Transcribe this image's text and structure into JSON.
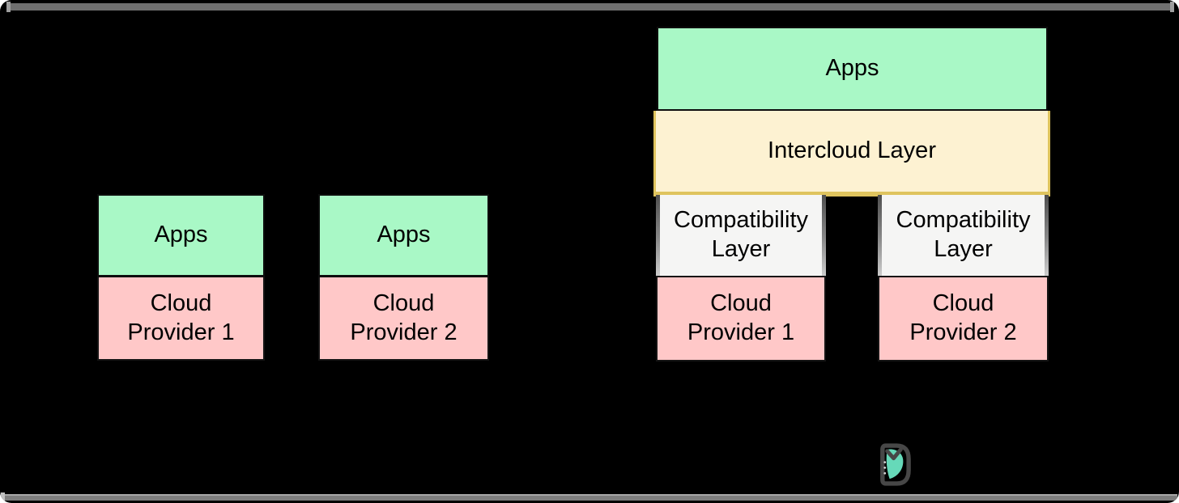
{
  "colors": {
    "canvas_bg": "#000000",
    "apps_fill": "#a9f8c6",
    "provider_fill": "#ffc8c8",
    "intercloud_fill": "#fdf2d2",
    "intercloud_border": "#dfc45e",
    "compat_fill": "#f5f5f4",
    "bar_top": "#6f6f6f",
    "bar_bottom": "#7e7e7e"
  },
  "diagram": {
    "left_group": {
      "stacks": [
        {
          "apps_label": "Apps",
          "provider_label": "Cloud Provider 1"
        },
        {
          "apps_label": "Apps",
          "provider_label": "Cloud Provider 2"
        }
      ]
    },
    "right_group": {
      "apps_label": "Apps",
      "intercloud_label": "Intercloud Layer",
      "compatibility_labels": [
        "Compatibility Layer",
        "Compatibility Layer"
      ],
      "provider_labels": [
        "Cloud Provider 1",
        "Cloud Provider 2"
      ]
    },
    "logo_icon": "teal-d-mark"
  }
}
